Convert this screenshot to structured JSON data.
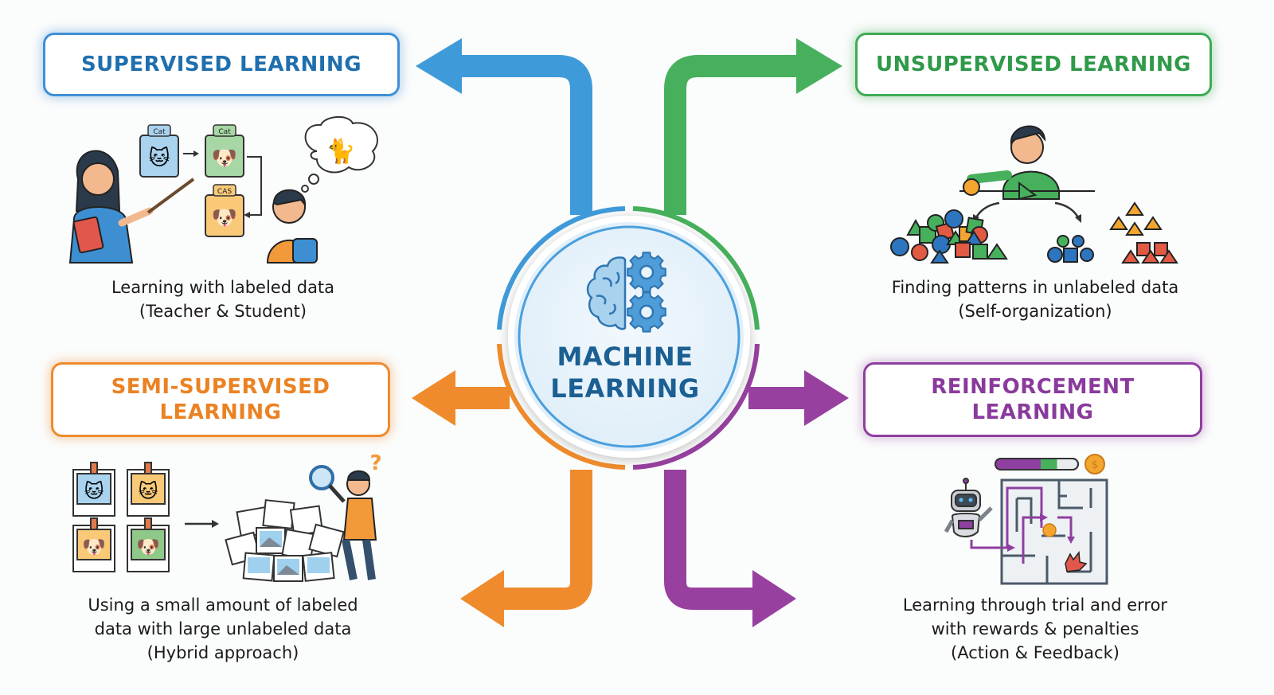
{
  "diagram": {
    "center": {
      "title_lines": [
        "MACHINE",
        "LEARNING"
      ],
      "icons": [
        "brain-icon",
        "gears-icon"
      ]
    },
    "colors": {
      "supervised": "#3f8fd6",
      "unsupervised": "#3eab55",
      "semi_supervised": "#ef8b2c",
      "reinforcement": "#8e3fa0",
      "hub_text": "#1b5f93",
      "hub_fill": "#e8f3fb"
    },
    "categories": {
      "supervised": {
        "title": "SUPERVISED LEARNING",
        "description_lines": [
          "Learning with labeled data",
          "(Teacher & Student)"
        ],
        "illustration": {
          "card_labels": [
            "Cat",
            "Cat",
            "CAS"
          ],
          "scene": "teacher-pointing-student-thinking"
        }
      },
      "unsupervised": {
        "title": "UNSUPERVISED LEARNING",
        "description_lines": [
          "Finding patterns in unlabeled data",
          "(Self-organization)"
        ],
        "illustration": {
          "scene": "person-sorting-shapes-into-clusters"
        }
      },
      "semi_supervised": {
        "title_lines": [
          "SEMI-SUPERVISED",
          "LEARNING"
        ],
        "description_lines": [
          "Using a small amount of labeled",
          "data with large unlabeled data",
          "(Hybrid approach)"
        ],
        "illustration": {
          "scene": "labeled-photos-to-unlabeled-pile",
          "question_mark": "?"
        }
      },
      "reinforcement": {
        "title_lines": [
          "REINFORCEMENT",
          "LEARNING"
        ],
        "description_lines": [
          "Learning through trial and error",
          "with rewards & penalties",
          "(Action & Feedback)"
        ],
        "illustration": {
          "scene": "robot-navigating-maze",
          "reward_bar": {
            "penalty_fraction": 0.55,
            "reward_fraction": 0.2
          },
          "coin_symbol": "$"
        }
      }
    }
  }
}
